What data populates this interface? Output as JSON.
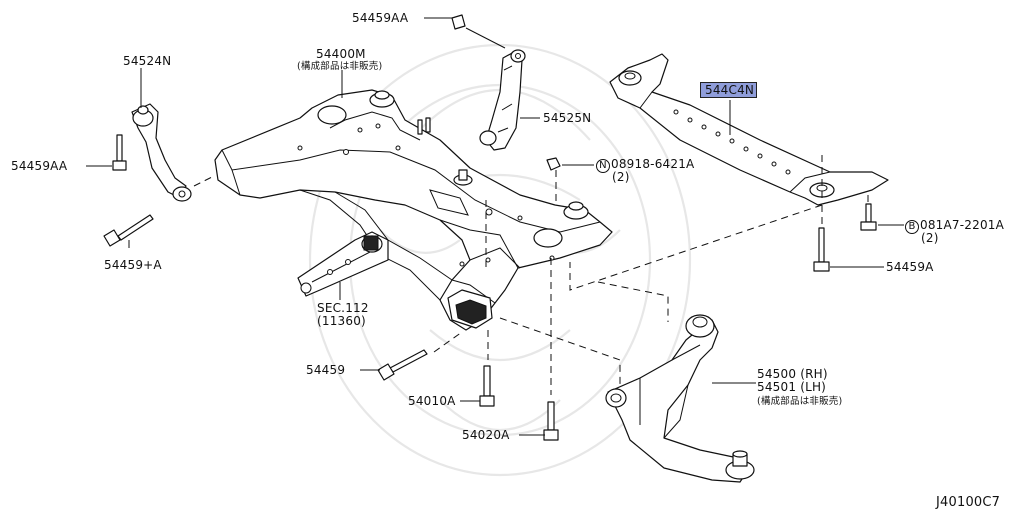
{
  "diagram_code": "J40100C7",
  "labels": {
    "p54459AA_top": "54459AA",
    "p54400M": "54400M",
    "p54400M_note": "(構成部品は非販売)",
    "p54524N": "54524N",
    "p54525N": "54525N",
    "p544C4N": "544C4N",
    "p54459AA_left": "54459AA",
    "p08918_circle": "N",
    "p08918": "08918-6421A",
    "p08918_qty": "(2)",
    "p081A7_circle": "B",
    "p081A7": "081A7-2201A",
    "p081A7_qty": "(2)",
    "p54459plusA": "54459+A",
    "p54459A": "54459A",
    "sec112": "SEC.112",
    "sec112_ref": "(11360)",
    "p54459": "54459",
    "p54010A": "54010A",
    "p54020A": "54020A",
    "p54500": "54500 (RH)",
    "p54501": "54501 (LH)",
    "p54500_note": "(構成部品は非販売)"
  },
  "highlight_color": "#8f9dda"
}
